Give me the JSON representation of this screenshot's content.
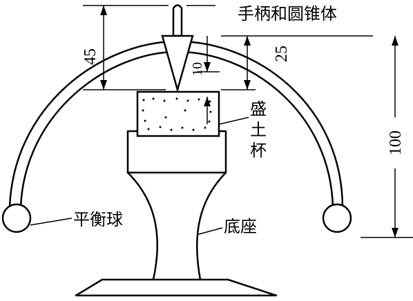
{
  "labels": {
    "handle_cone": "手柄和圆锥体",
    "soil_cup_1": "盛",
    "soil_cup_2": "土",
    "soil_cup_3": "杯",
    "balance_ball": "平衡球",
    "base": "底座"
  },
  "dimensions": {
    "d45": "45",
    "d25": "25",
    "d10": "10",
    "d100": "100"
  }
}
